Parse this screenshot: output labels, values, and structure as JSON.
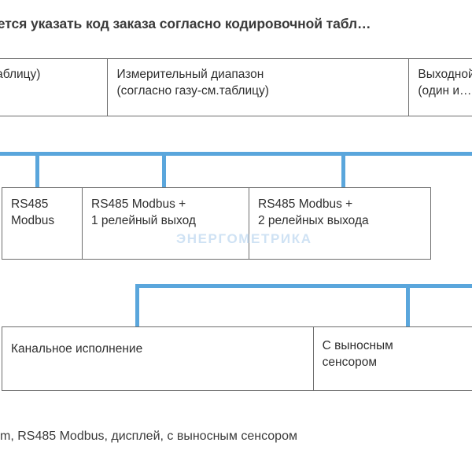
{
  "page": {
    "headline": "…уется указать код заказа согласно кодировочной табл…",
    "footer_note": "…m, RS485 Modbus, дисплей, с выносным сенсором",
    "watermark": "ЭНЕРГОМЕТРИКА",
    "accent_color": "#5aa6dc",
    "border_color": "#6e6e6e",
    "watermark_color": "#cfe2f4",
    "text_color": "#2f2f2f"
  },
  "rows": {
    "params": {
      "cells": [
        {
          "line1": "…см.таблицу)",
          "line2": ""
        },
        {
          "line1": "Измерительный диапазон",
          "line2": "(согласно газу-см.таблицу)"
        },
        {
          "line1": "Выходной…",
          "line2": "(один и…"
        }
      ]
    },
    "interface": {
      "cells": [
        {
          "line1": "RS485",
          "line2": "Modbus"
        },
        {
          "line1": "RS485 Modbus +",
          "line2": "1 релейный выход"
        },
        {
          "line1": "RS485 Modbus +",
          "line2": "2 релейных выхода"
        }
      ]
    },
    "execution": {
      "cells": [
        {
          "line1": "Канальное исполнение",
          "line2": ""
        },
        {
          "line1": "С выносным",
          "line2": "сенсором"
        }
      ]
    }
  }
}
